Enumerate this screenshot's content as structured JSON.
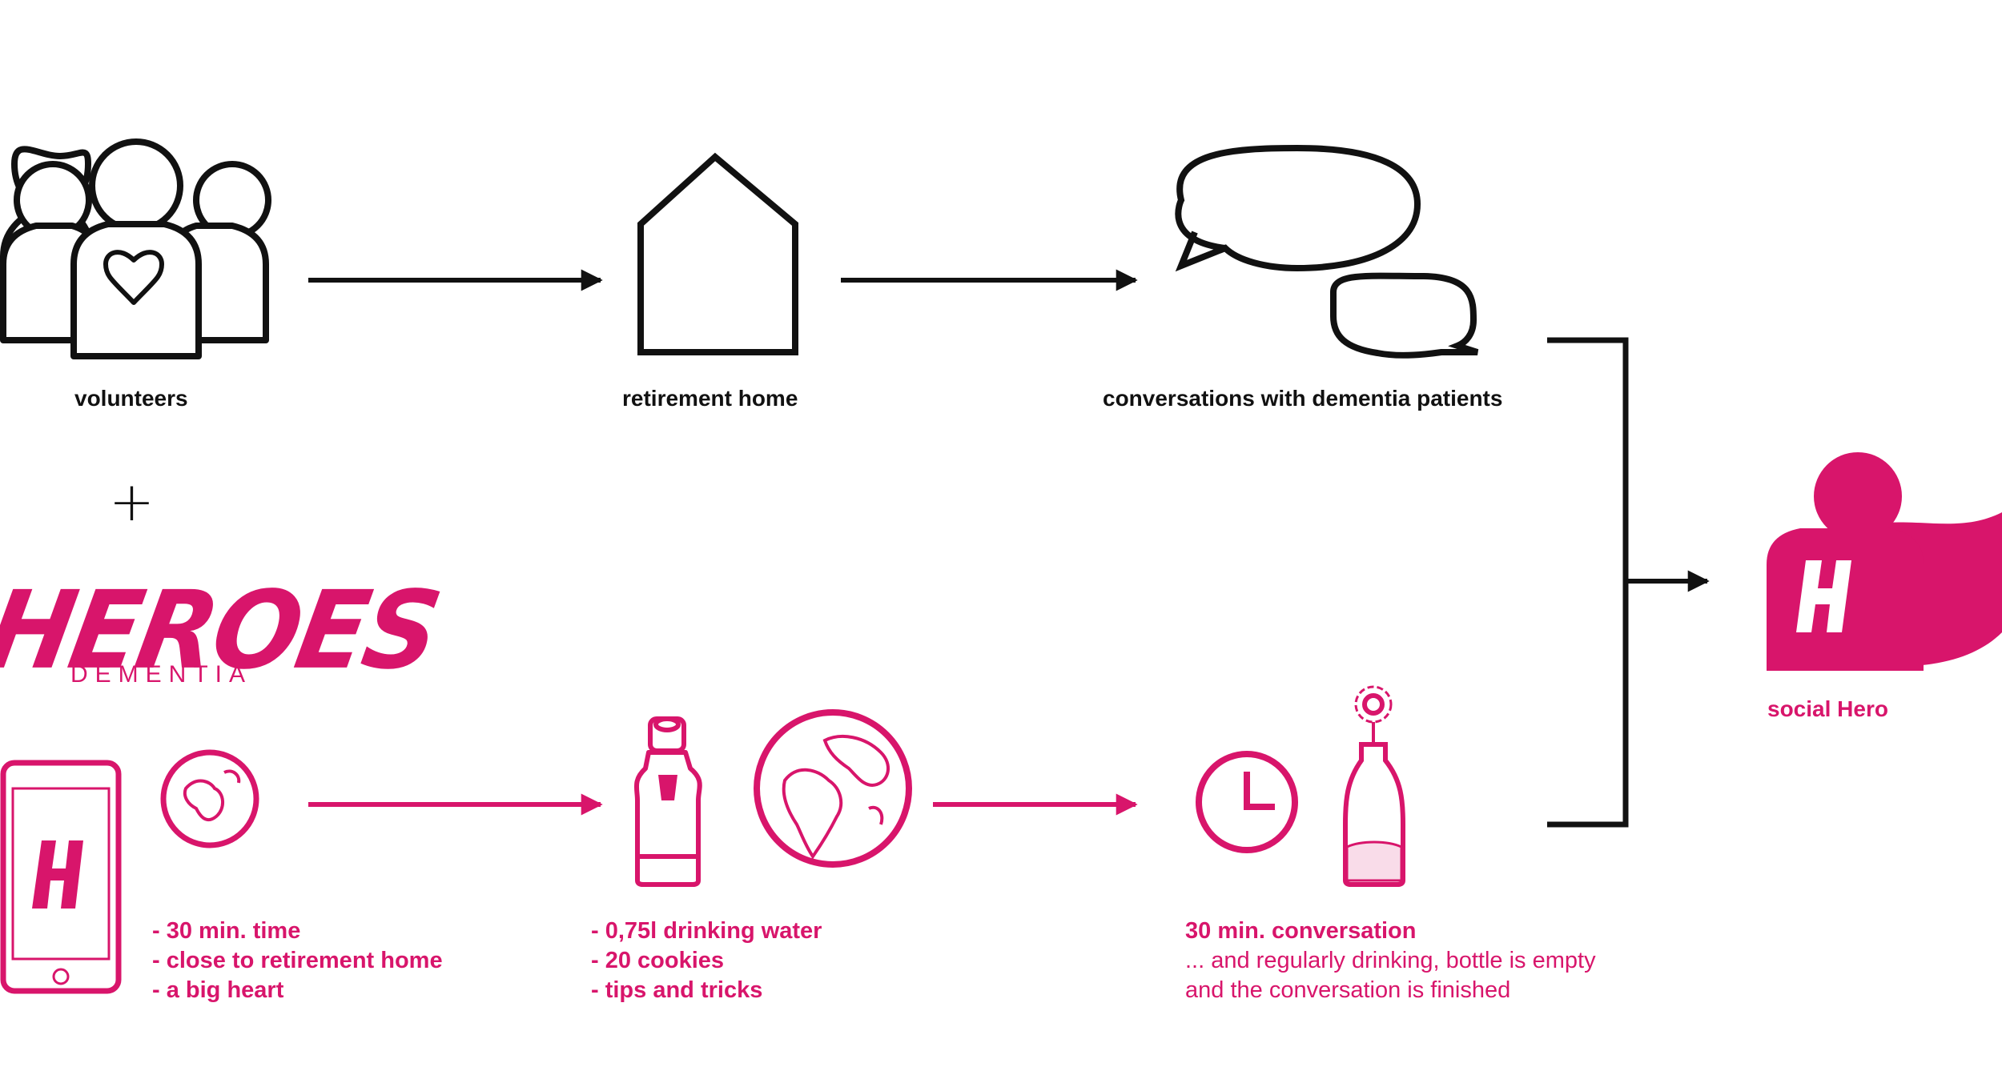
{
  "top_flow": {
    "volunteers_label": "volunteers",
    "retirement_home_label": "retirement home",
    "conversations_label": "conversations with dementia patients"
  },
  "combine_symbol": "+",
  "logo": {
    "main": "HEROES",
    "sub": "DEMENTIA"
  },
  "bottom_flow": {
    "app_items": [
      "- 30 min. time",
      "- close to retirement home",
      "- a big heart"
    ],
    "kit_items": [
      "- 0,75l drinking water",
      "- 20 cookies",
      "- tips and tricks"
    ],
    "conversation_title": "30 min. conversation",
    "conversation_desc": [
      "... and regularly drinking, bottle is empty",
      "and the conversation is finished"
    ]
  },
  "result": {
    "label": "social Hero"
  },
  "icon_letter": "H",
  "colors": {
    "accent": "#d8156b",
    "line": "#111111",
    "background": "#ffffff"
  },
  "icons": [
    "people-heart-icon",
    "house-icon",
    "speech-bubbles-icon",
    "phone-app-icon",
    "globe-icon",
    "bottle-icon",
    "clock-icon",
    "vase-flower-icon",
    "superhero-icon"
  ]
}
